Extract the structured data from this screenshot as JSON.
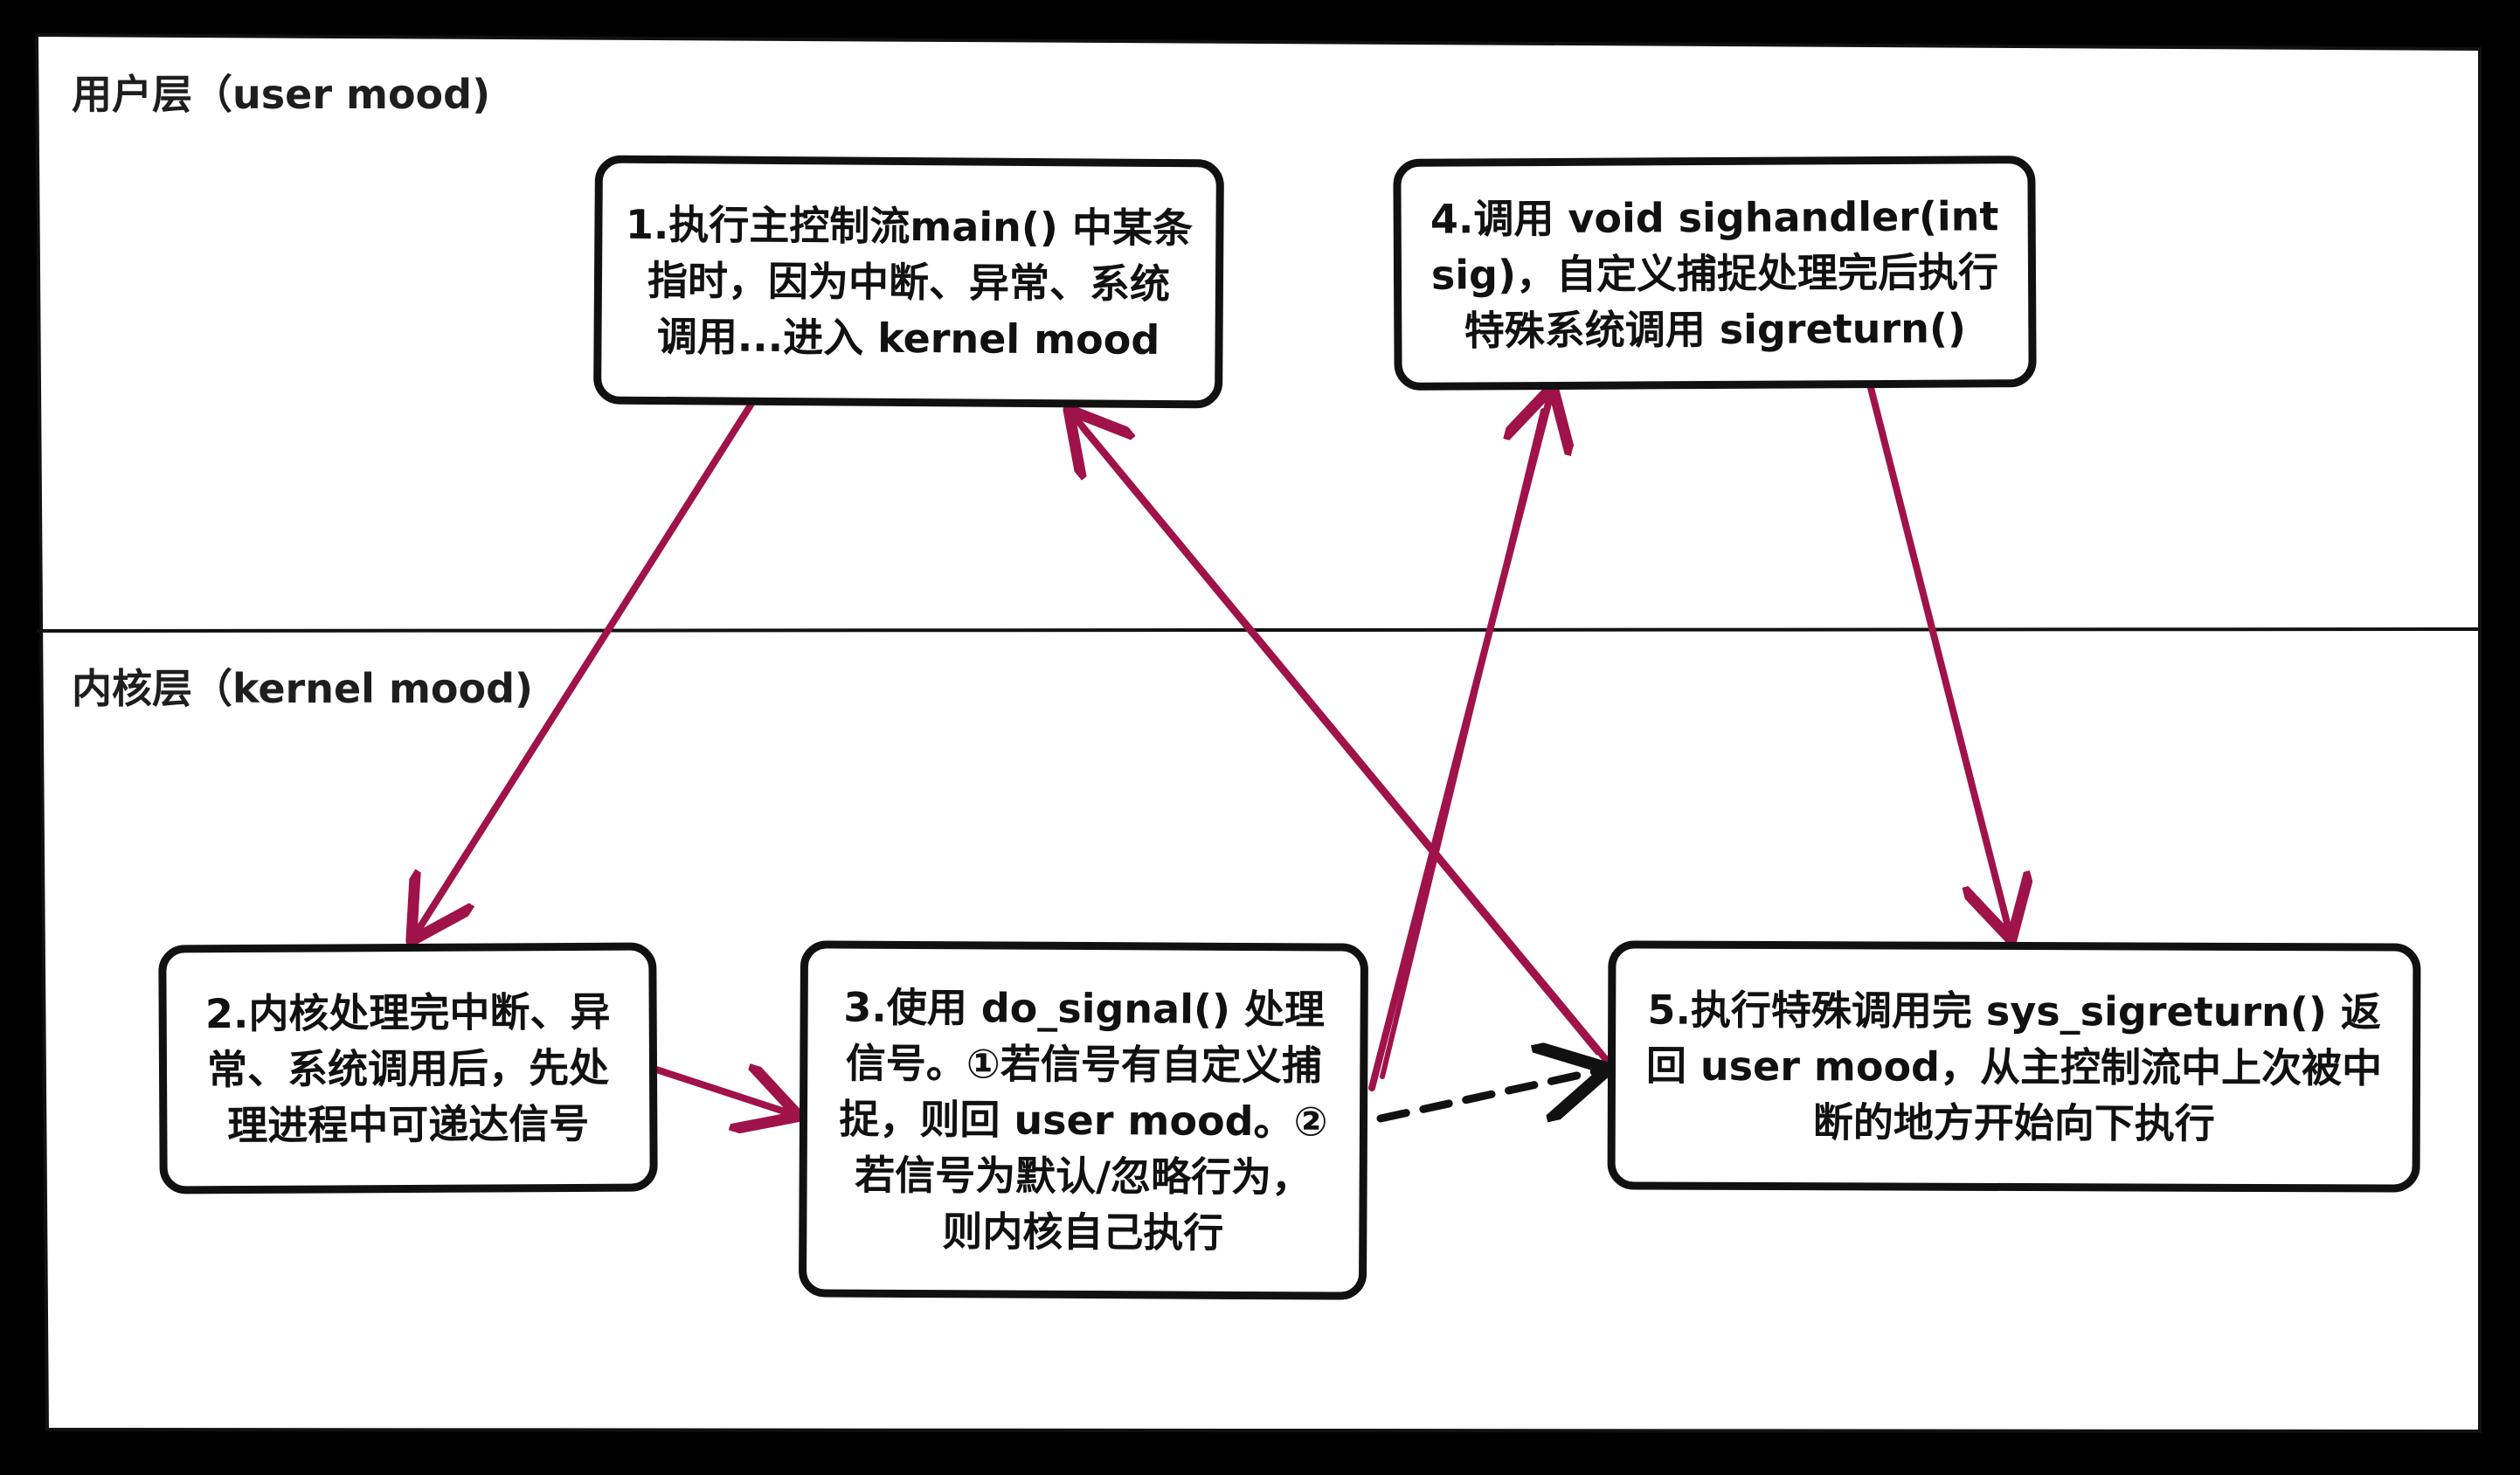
{
  "colors": {
    "background": "#000000",
    "panel": "#ffffff",
    "stroke": "#111111",
    "arrow": "#a0124a",
    "dashed_arrow": "#111111"
  },
  "layers": {
    "user": {
      "label": "用户层（user mood)"
    },
    "kernel": {
      "label": "内核层（kernel mood)"
    }
  },
  "steps": [
    {
      "lines": [
        "1.执行主控制流main() 中某条",
        "指时，因为中断、异常、系统",
        "调用...进入 kernel mood"
      ]
    },
    {
      "lines": [
        "2.内核处理完中断、异",
        "常、系统调用后，先处",
        "理进程中可递达信号"
      ]
    },
    {
      "lines": [
        "3.使用 do_signal() 处理",
        "信号。①若信号有自定义捕",
        "捉，则回 user mood。②",
        "若信号为默认/忽略行为，",
        "则内核自己执行"
      ]
    },
    {
      "lines": [
        "4.调用 void sighandler(int",
        "sig)，自定义捕捉处理完后执行",
        "特殊系统调用 sigreturn()"
      ]
    },
    {
      "lines": [
        "5.执行特殊调用完 sys_sigreturn() 返",
        "回 user mood，从主控制流中上次被中",
        "断的地方开始向下执行"
      ]
    }
  ]
}
